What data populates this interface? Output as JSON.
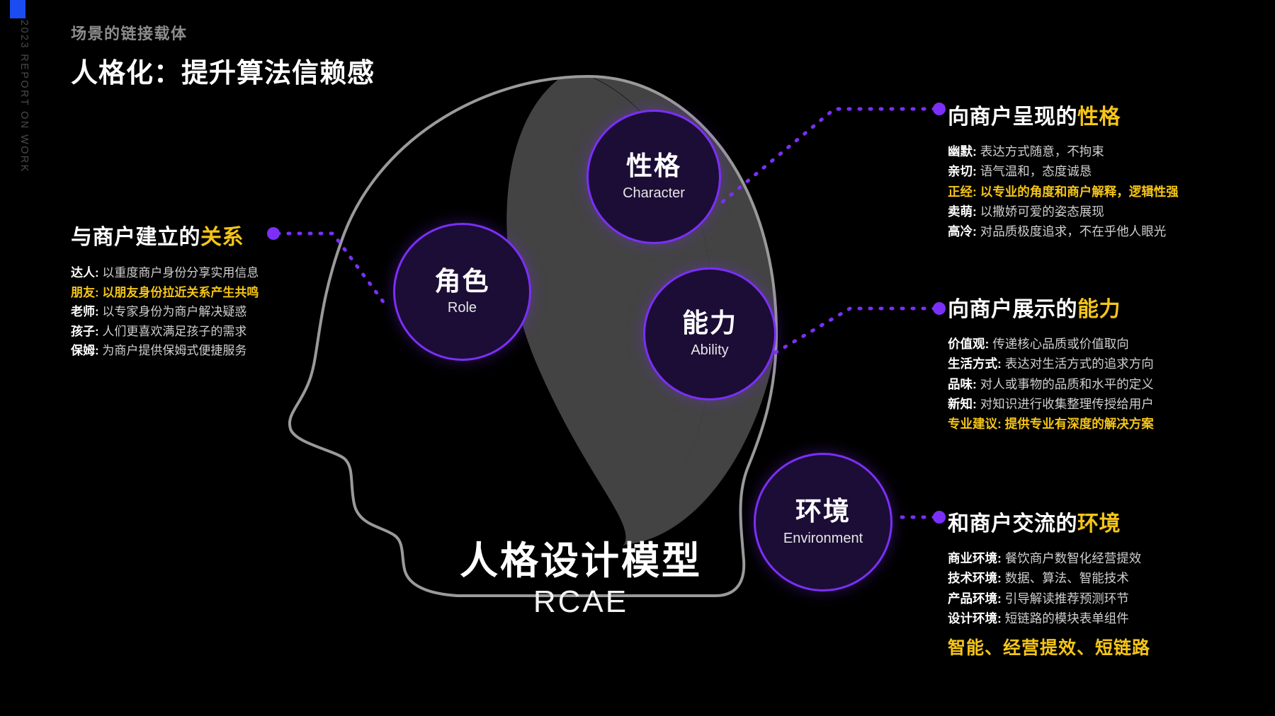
{
  "rail": {
    "vertical_text": "2023 REPORT ON WORK",
    "accent_color": "#1a4cf0"
  },
  "header": {
    "eyebrow": "场景的链接载体",
    "headline": "人格化：提升算法信赖感"
  },
  "model": {
    "title": "人格设计模型",
    "subtitle": "RCAE",
    "nodes": [
      {
        "cn": "性格",
        "en": "Character"
      },
      {
        "cn": "角色",
        "en": "Role"
      },
      {
        "cn": "能力",
        "en": "Ability"
      },
      {
        "cn": "环境",
        "en": "Environment"
      }
    ]
  },
  "colors": {
    "accent_purple": "#7b2ff7",
    "highlight_gold": "#f5c518",
    "node_fill": "#1c0d36",
    "head_outline": "#9a9a9a",
    "head_shade": "#434343"
  },
  "blocks": {
    "relation": {
      "title_plain": "与商户建立的",
      "title_highlight": "关系",
      "items": [
        {
          "term": "达人:",
          "desc": "以重度商户身份分享实用信息",
          "gold": false
        },
        {
          "term": "朋友:",
          "desc": "以朋友身份拉近关系产生共鸣",
          "gold": true
        },
        {
          "term": "老师:",
          "desc": "以专家身份为商户解决疑惑",
          "gold": false
        },
        {
          "term": "孩子:",
          "desc": "人们更喜欢满足孩子的需求",
          "gold": false
        },
        {
          "term": "保姆:",
          "desc": "为商户提供保姆式便捷服务",
          "gold": false
        }
      ]
    },
    "character": {
      "title_plain": "向商户呈现的",
      "title_highlight": "性格",
      "items": [
        {
          "term": "幽默:",
          "desc": "表达方式随意，不拘束",
          "gold": false
        },
        {
          "term": "亲切:",
          "desc": "语气温和，态度诚恳",
          "gold": false
        },
        {
          "term": "正经:",
          "desc": "以专业的角度和商户解释，逻辑性强",
          "gold": true
        },
        {
          "term": "卖萌:",
          "desc": "以撒娇可爱的姿态展现",
          "gold": false
        },
        {
          "term": "高冷:",
          "desc": "对品质极度追求，不在乎他人眼光",
          "gold": false
        }
      ]
    },
    "ability": {
      "title_plain": "向商户展示的",
      "title_highlight": "能力",
      "items": [
        {
          "term": "价值观:",
          "desc": "传递核心品质或价值取向",
          "gold": false
        },
        {
          "term": "生活方式:",
          "desc": "表达对生活方式的追求方向",
          "gold": false
        },
        {
          "term": "品味:",
          "desc": "对人或事物的品质和水平的定义",
          "gold": false
        },
        {
          "term": "新知:",
          "desc": "对知识进行收集整理传授给用户",
          "gold": false
        },
        {
          "term": "专业建议:",
          "desc": "提供专业有深度的解决方案",
          "gold": true
        }
      ]
    },
    "environment": {
      "title_plain": "和商户交流的",
      "title_highlight": "环境",
      "items": [
        {
          "term": "商业环境:",
          "desc": "餐饮商户数智化经营提效",
          "gold": false
        },
        {
          "term": "技术环境:",
          "desc": "数据、算法、智能技术",
          "gold": false
        },
        {
          "term": "产品环境:",
          "desc": "引导解读推荐预测环节",
          "gold": false
        },
        {
          "term": "设计环境:",
          "desc": "短链路的模块表单组件",
          "gold": false
        }
      ],
      "summary": "智能、经营提效、短链路"
    }
  }
}
